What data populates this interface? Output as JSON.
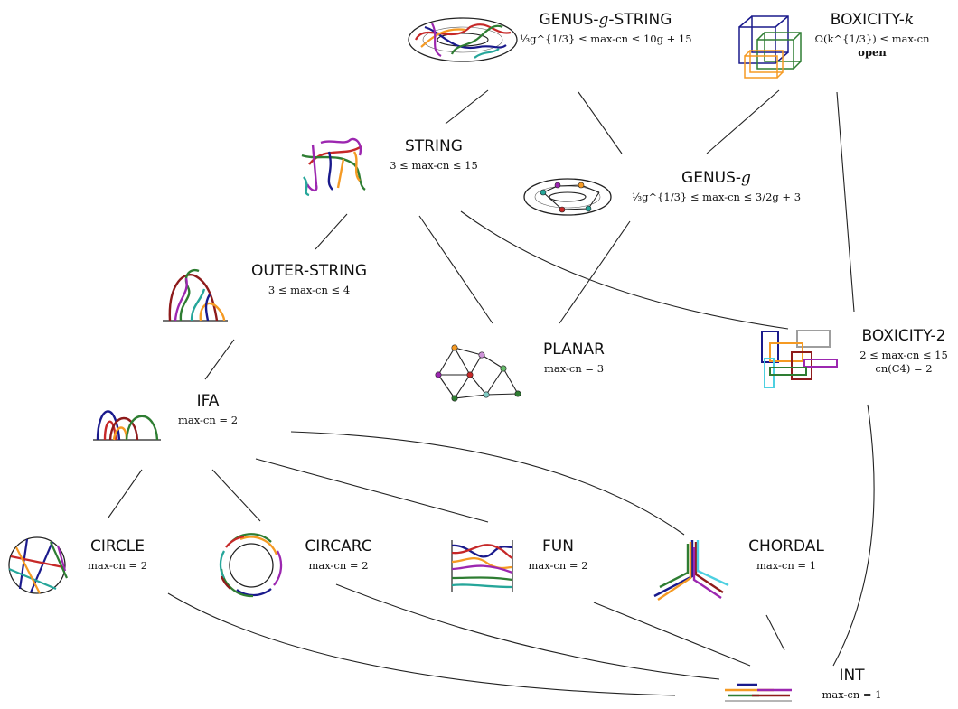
{
  "nodes": {
    "genus_g_string": {
      "title_pre": "GENUS-",
      "title_var": "g",
      "title_post": "-STRING",
      "bound": "⅓g^{1/3} ≤ max-cn ≤ 10g + 15"
    },
    "boxicity_k": {
      "title_pre": "BOXICITY-",
      "title_var": "k",
      "bound": "Ω(k^{1/3}) ≤ max-cn",
      "status": "open"
    },
    "string": {
      "title": "STRING",
      "bound": "3 ≤ max-cn ≤ 15"
    },
    "genus_g": {
      "title_pre": "GENUS-",
      "title_var": "g",
      "bound": "⅓g^{1/3} ≤ max-cn ≤ 3/2g + 3"
    },
    "outer_string": {
      "title": "OUTER-STRING",
      "bound": "3 ≤ max-cn ≤ 4"
    },
    "planar": {
      "title": "PLANAR",
      "bound": "max-cn = 3"
    },
    "boxicity_2": {
      "title": "BOXICITY-2",
      "bound": "2 ≤ max-cn ≤ 15",
      "extra": "cn(C4) = 2"
    },
    "ifa": {
      "title": "IFA",
      "bound": "max-cn = 2"
    },
    "circle": {
      "title": "CIRCLE",
      "bound": "max-cn = 2"
    },
    "circarc": {
      "title": "CIRCARC",
      "bound": "max-cn = 2"
    },
    "fun": {
      "title": "FUN",
      "bound": "max-cn = 2"
    },
    "chordal": {
      "title": "CHORDAL",
      "bound": "max-cn = 1"
    },
    "int": {
      "title": "INT",
      "bound": "max-cn = 1"
    }
  },
  "edges": [
    [
      "genus_g_string",
      "string"
    ],
    [
      "genus_g_string",
      "genus_g"
    ],
    [
      "boxicity_k",
      "genus_g"
    ],
    [
      "boxicity_k",
      "boxicity_2"
    ],
    [
      "string",
      "outer_string"
    ],
    [
      "string",
      "planar"
    ],
    [
      "string",
      "boxicity_2"
    ],
    [
      "genus_g",
      "planar"
    ],
    [
      "outer_string",
      "ifa"
    ],
    [
      "ifa",
      "circle"
    ],
    [
      "ifa",
      "circarc"
    ],
    [
      "ifa",
      "fun"
    ],
    [
      "ifa",
      "chordal"
    ],
    [
      "circle",
      "int"
    ],
    [
      "circarc",
      "int"
    ],
    [
      "fun",
      "int"
    ],
    [
      "chordal",
      "int"
    ],
    [
      "boxicity_2",
      "int"
    ]
  ],
  "colors": {
    "red": "#c62828",
    "blue": "#1a1a8c",
    "green": "#2e7d32",
    "orange": "#f59a23",
    "purple": "#9c27b0",
    "teal": "#26a69a",
    "darkred": "#8e1b1b",
    "gray": "#9e9e9e",
    "cyan": "#4dd0e1",
    "line": "#222222"
  }
}
